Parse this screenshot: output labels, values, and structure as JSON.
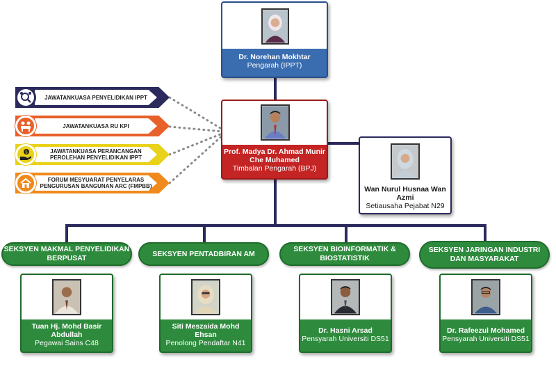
{
  "director": {
    "name": "Dr. Norehan Mokhtar",
    "role": "Pengarah (IPPT)"
  },
  "deputy": {
    "name_line1": "Prof. Madya Dr. Ahmad Munir",
    "name_line2": "Che Muhamed",
    "role": "Timbalan Pengarah (BPJ)"
  },
  "secretary": {
    "name": "Wan Nurul Husnaa Wan Azmi",
    "role": "Setiausaha Pejabat N29"
  },
  "committees": [
    {
      "line1": "JAWATANKUASA PENYELIDIKAN IPPT",
      "line2": "",
      "icon": "research-search-icon",
      "color": "#2b2a5c"
    },
    {
      "line1": "JAWATANKUASA RU KPI",
      "line2": "",
      "icon": "group-icon",
      "color": "#e8602a"
    },
    {
      "line1": "JAWATANKUASA PERANCANGAN",
      "line2": "PEROLEHAN PENYELIDIKAN IPPT",
      "icon": "money-hand-icon",
      "color": "#e8d21a"
    },
    {
      "line1": "FORUM MESYUARAT PENYELARAS",
      "line2": "PENGURUSAN BANGUNAN ARC (FMPBB)",
      "icon": "house-icon",
      "color": "#f08a1c"
    }
  ],
  "sections": [
    {
      "title_line1": "SEKSYEN MAKMAL PENYELIDIKAN BERPUSAT",
      "title_line2": "",
      "name": "Tuan Hj. Mohd Basir Abdullah",
      "role": "Pegawai Sains C48"
    },
    {
      "title_line1": "SEKSYEN PENTADBIRAN AM",
      "title_line2": "",
      "name": "Siti Meszaida Mohd Ehsan",
      "role": "Penolong Pendaftar N41"
    },
    {
      "title_line1": "SEKSYEN BIOINFORMATIK & BIOSTATISTIK",
      "title_line2": "",
      "name": "Dr. Hasni Arsad",
      "role": "Pensyarah Universiti DS51"
    },
    {
      "title_line1": "SEKSYEN JARINGAN INDUSTRI",
      "title_line2": "DAN MASYARAKAT",
      "name": "Dr. Rafeezul Mohamed",
      "role": "Pensyarah Universiti DS51"
    }
  ],
  "colors": {
    "navy": "#2b2a5c",
    "blue": "#3a6db0",
    "red": "#c42424",
    "green": "#2e8b3d"
  }
}
